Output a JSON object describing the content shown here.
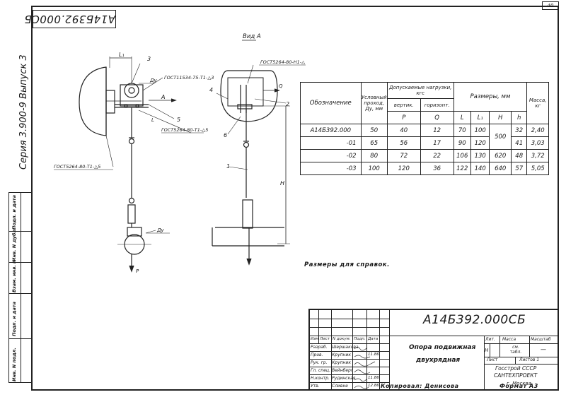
{
  "sheet_number": "40",
  "top_stamp": "А14Б392.000СБ",
  "series_label": "Серия 3.900-9 Выпуск 3",
  "view_label": "Вид А",
  "callouts": {
    "gost_1": "ГОСТ11534-75-Т1-△3",
    "gost_2": "ГОСТ5264-80-Т1-△5",
    "gost_3": "ГОСТ5264-80-Т1-△5",
    "gost_4": "ГОСТ5264-80-Н1-△",
    "l1": "L₁",
    "l": "L",
    "du_top": "Ду",
    "du_bottom": "Ду",
    "arrow_a": "А",
    "q": "Q",
    "p": "P",
    "h": "H",
    "n1": "1",
    "n2": "2",
    "n3": "3",
    "n4": "4",
    "n5": "5",
    "n6": "6"
  },
  "table": {
    "headers": {
      "designation": "Обозначение",
      "bore": "Условный проход, Ду, мм",
      "loads": "Допускаемые нагрузки, кгс",
      "vertical": "вертик.",
      "horizontal": "горизонт.",
      "p": "P",
      "q": "Q",
      "dims": "Размеры, мм",
      "l": "L",
      "l1": "L₁",
      "h_big": "H",
      "h_small": "h",
      "mass": "Масса, кг"
    },
    "rows": [
      {
        "designation": "А14Б392.000",
        "bore": "50",
        "p": "40",
        "q": "12",
        "l": "70",
        "l1": "100",
        "H": "500",
        "h": "32",
        "mass": "2,40"
      },
      {
        "designation": "-01",
        "bore": "65",
        "p": "56",
        "q": "17",
        "l": "90",
        "l1": "120",
        "H": "",
        "h": "41",
        "mass": "3,03"
      },
      {
        "designation": "-02",
        "bore": "80",
        "p": "72",
        "q": "22",
        "l": "106",
        "l1": "130",
        "H": "620",
        "h": "48",
        "mass": "3,72"
      },
      {
        "designation": "-03",
        "bore": "100",
        "p": "120",
        "q": "36",
        "l": "122",
        "l1": "140",
        "H": "640",
        "h": "57",
        "mass": "5,05"
      }
    ]
  },
  "note": "Размеры для справок.",
  "title_block": {
    "doc_code": "А14Б392.000СБ",
    "name_line1": "Опора подвижная",
    "name_line2": "двухрядная",
    "lit": "Лит.",
    "mass": "Масса",
    "scale": "Масштаб",
    "lit_value": "Н",
    "mass_value": "см. табл.",
    "scale_value": "—",
    "sheet": "Лист",
    "sheets": "Листов 1",
    "org1": "Госстрой СССР",
    "org2": "САНТЕХПРОЕКТ",
    "org3": "г. Москва",
    "cols": [
      "Изм",
      "Лист",
      "N докум.",
      "Подп.",
      "Дата"
    ],
    "people": [
      {
        "role": "Разраб.",
        "name": "Шершакова",
        "date": ""
      },
      {
        "role": "Пров.",
        "name": "Крупник",
        "date": "11.86"
      },
      {
        "role": "Рук. гр.",
        "name": "Крупник",
        "date": ""
      },
      {
        "role": "Гл. спец.",
        "name": "Вейнберг",
        "date": ""
      },
      {
        "role": "Н.контр.",
        "name": "Рудинская",
        "date": "11.86"
      },
      {
        "role": "Утв.",
        "name": "Сливке",
        "date": "12.86"
      }
    ]
  },
  "copy_note": "Копировал: Денисова",
  "format": "Формат А3",
  "strip_labels": [
    "Инв. N подл.",
    "Подп. и дата",
    "Взам. инв. N",
    "Инв. N дубл.",
    "Подп. и дата"
  ]
}
